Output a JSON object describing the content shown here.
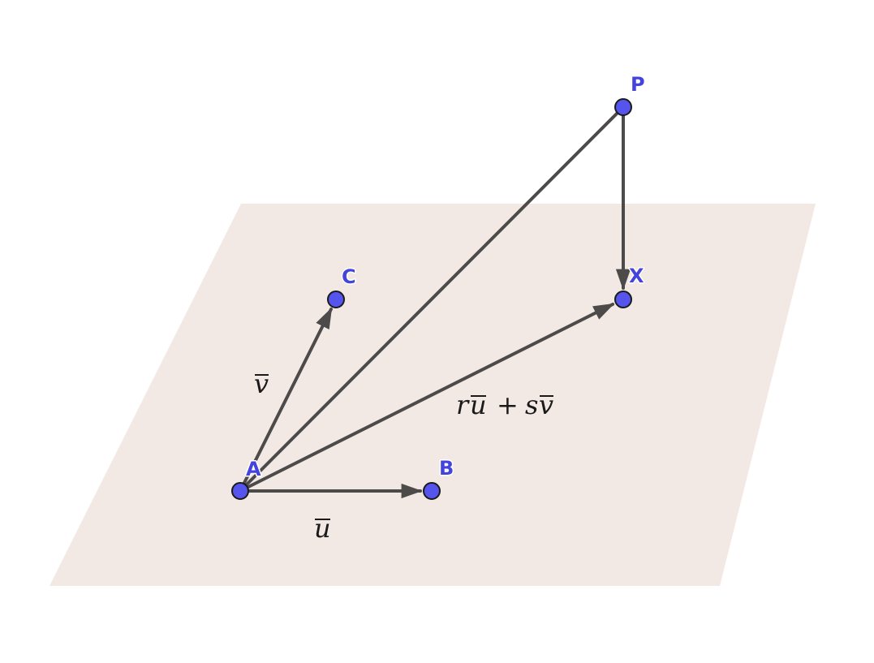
{
  "colors": {
    "plane": "#f2e8e4",
    "vector": "#4d4a4a",
    "point_fill": "#5555ee",
    "point_stroke": "#1a1a1a",
    "label_fill": "#4444dd",
    "label_halo": "#ffffff"
  },
  "points": {
    "A": "A",
    "B": "B",
    "C": "C",
    "P": "P",
    "X": "X"
  },
  "vector_labels": {
    "u": "u",
    "v": "v",
    "combo_r": "r",
    "combo_u": "u",
    "combo_plus": "+",
    "combo_s": "s",
    "combo_v": "v"
  }
}
